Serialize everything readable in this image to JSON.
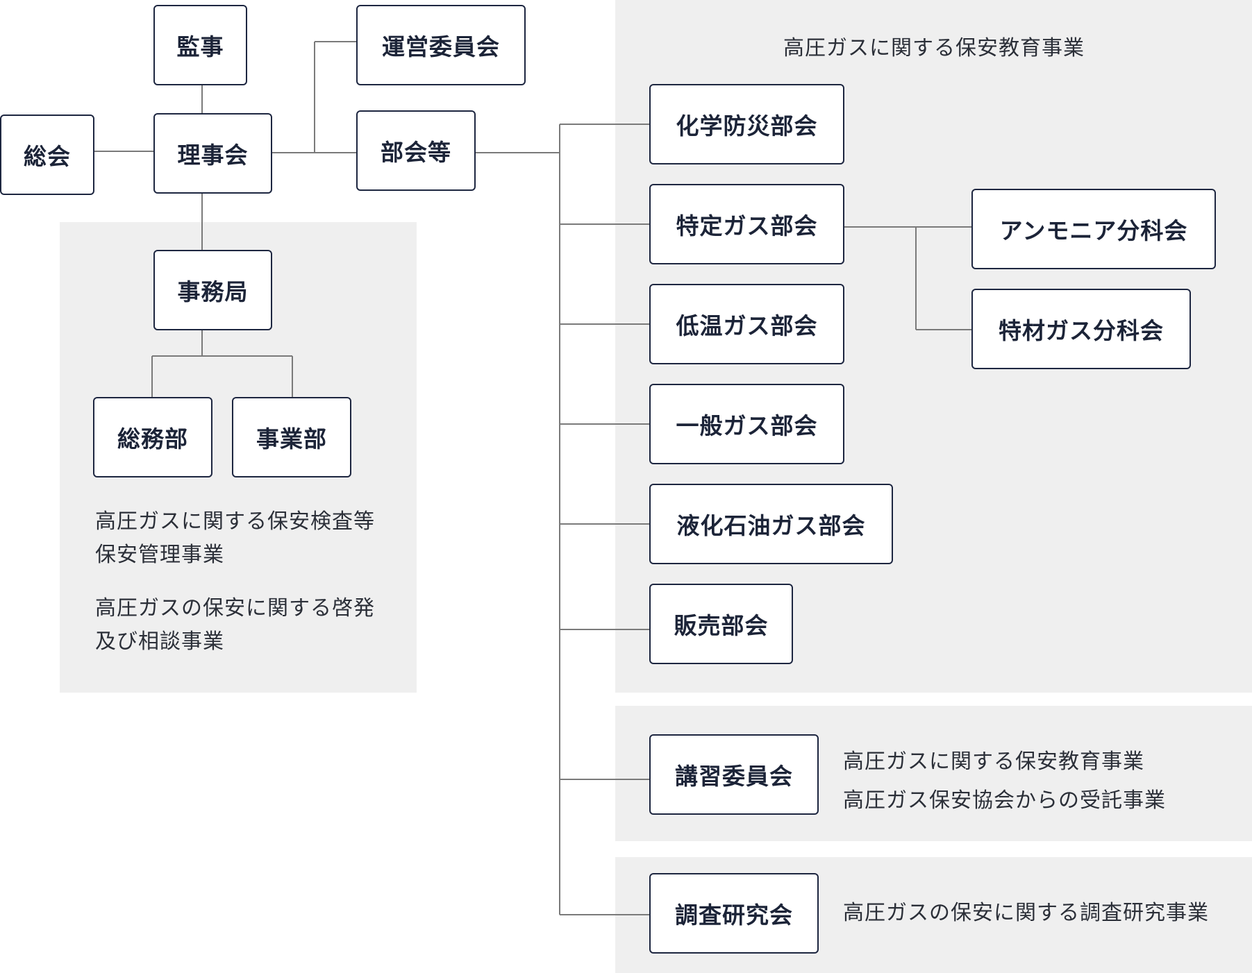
{
  "nodes": {
    "soukai": "総会",
    "kanji": "監事",
    "rijikai": "理事会",
    "uneiiinkai": "運営委員会",
    "bukaitou": "部会等",
    "jimukyoku": "事務局",
    "soumubu": "総務部",
    "jigyoubu": "事業部",
    "kagaku": "化学防災部会",
    "tokutei": "特定ガス部会",
    "teion": "低温ガス部会",
    "ippan": "一般ガス部会",
    "ekika": "液化石油ガス部会",
    "hanbai": "販売部会",
    "ammonia": "アンモニア分科会",
    "tokuzai": "特材ガス分科会",
    "koushu": "講習委員会",
    "chousa": "調査研究会"
  },
  "notes": {
    "bukai_header": "高圧ガスに関する保安教育事業",
    "jimu_line1": "高圧ガスに関する保安検査等",
    "jimu_line2": "保安管理事業",
    "jimu_line3": "高圧ガスの保安に関する啓発",
    "jimu_line4": "及び相談事業",
    "koushu_line1": "高圧ガスに関する保安教育事業",
    "koushu_line2": "高圧ガス保安協会からの受託事業",
    "chousa_line1": "高圧ガスの保安に関する調査研究事業"
  },
  "colors": {
    "panel": "#efefef",
    "box_border": "#1d2640",
    "line": "#7a7a7a",
    "text": "#1c2438"
  }
}
